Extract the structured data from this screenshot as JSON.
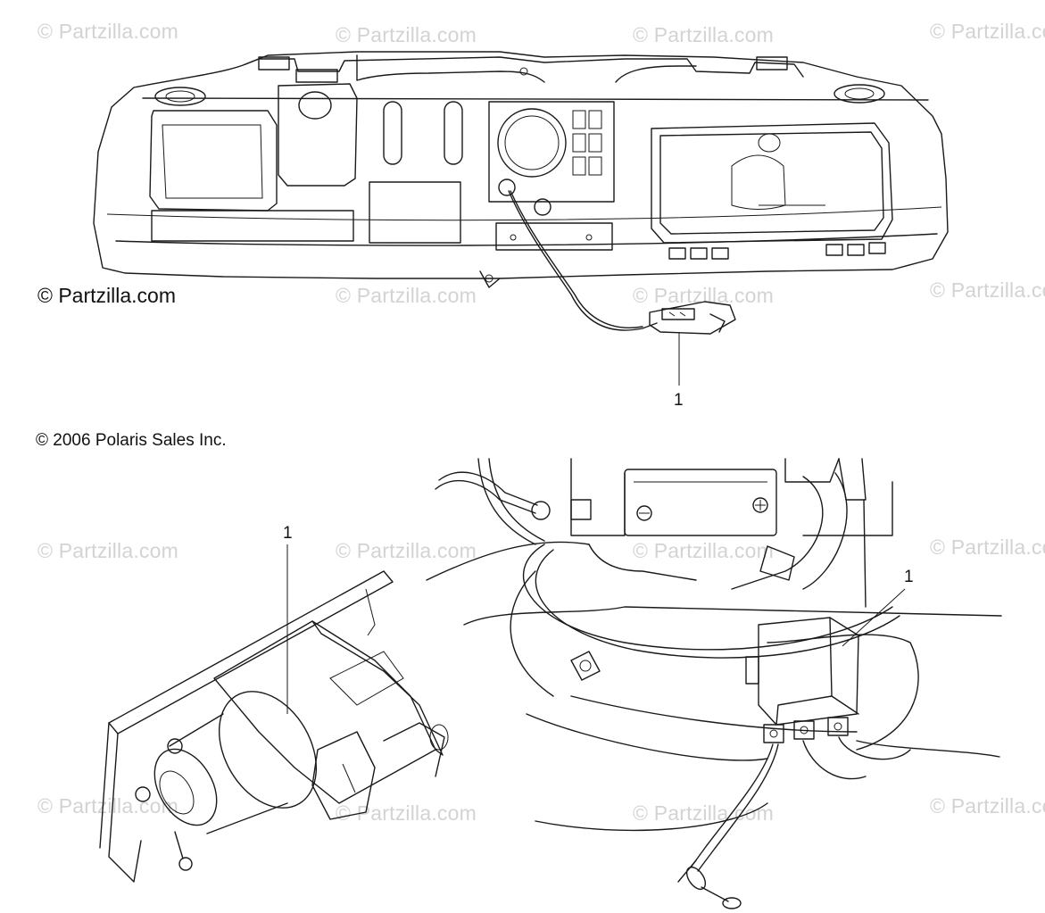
{
  "watermark": {
    "text": "© Partzilla.com"
  },
  "main_watermark": "© Partzilla.com",
  "copyright": "© 2006 Polaris Sales Inc.",
  "callouts": {
    "dash_plug": "1",
    "winch": "1",
    "relay": "1"
  }
}
